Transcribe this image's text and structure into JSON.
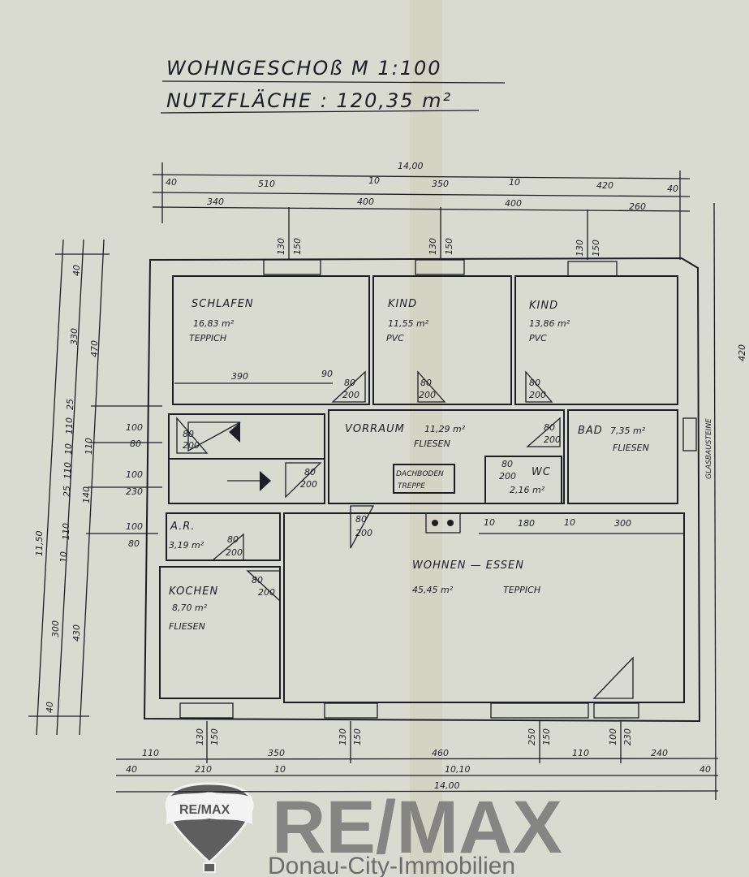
{
  "title": {
    "line1": "WOHNGESCHOß   M 1:100",
    "line2": "NUTZFLÄCHE : 120,35 m²"
  },
  "rooms": [
    {
      "name": "SCHLAFEN",
      "area": "16,83 m²",
      "floor": "TEPPICH"
    },
    {
      "name": "KIND",
      "area": "11,55 m²",
      "floor": "PVC"
    },
    {
      "name": "KIND",
      "area": "13,86 m²",
      "floor": "PVC"
    },
    {
      "name": "VORRAUM",
      "area": "11,29 m²",
      "floor": "FLIESEN"
    },
    {
      "name": "BAD",
      "area": "7,35 m²",
      "floor": "FLIESEN"
    },
    {
      "name": "WC",
      "area": "2,16 m²"
    },
    {
      "name": "A.R.",
      "area": "3,19 m²"
    },
    {
      "name": "KOCHEN",
      "area": "8,70 m²",
      "floor": "FLIESEN"
    },
    {
      "name": "WOHNEN — ESSEN",
      "area": "45,45 m²",
      "floor": "TEPPICH"
    }
  ],
  "labels": {
    "dachboden": "DACHBODEN",
    "treppe": "TREPPE",
    "glasbausteine": "GLASBAUSTEINE"
  },
  "dims": {
    "top": [
      "14,00",
      "40",
      "510",
      "10",
      "350",
      "10",
      "420",
      "40",
      "340",
      "400",
      "400",
      "260"
    ],
    "top_windows": [
      "130",
      "150",
      "130",
      "150",
      "130",
      "150"
    ],
    "left": [
      "40",
      "330",
      "470",
      "25",
      "110",
      "10",
      "110",
      "110",
      "25",
      "110",
      "140",
      "10",
      "300",
      "430",
      "40",
      "11,50"
    ],
    "left_openings": [
      "100",
      "80",
      "100",
      "230",
      "100",
      "80"
    ],
    "right": [
      "420"
    ],
    "bottom_windows": [
      "130",
      "150",
      "130",
      "150",
      "250",
      "150",
      "100",
      "230"
    ],
    "bottom": [
      "110",
      "350",
      "460",
      "110",
      "240",
      "40",
      "210",
      "10",
      "10,10",
      "40",
      "14,00"
    ],
    "interior": [
      "390",
      "90",
      "10",
      "180",
      "10",
      "300"
    ],
    "doors": [
      "80",
      "200"
    ]
  },
  "logo": {
    "brand": "RE/MAX",
    "balloon": "RE/MAX",
    "tagline": "Donau-City-Immobilien"
  }
}
